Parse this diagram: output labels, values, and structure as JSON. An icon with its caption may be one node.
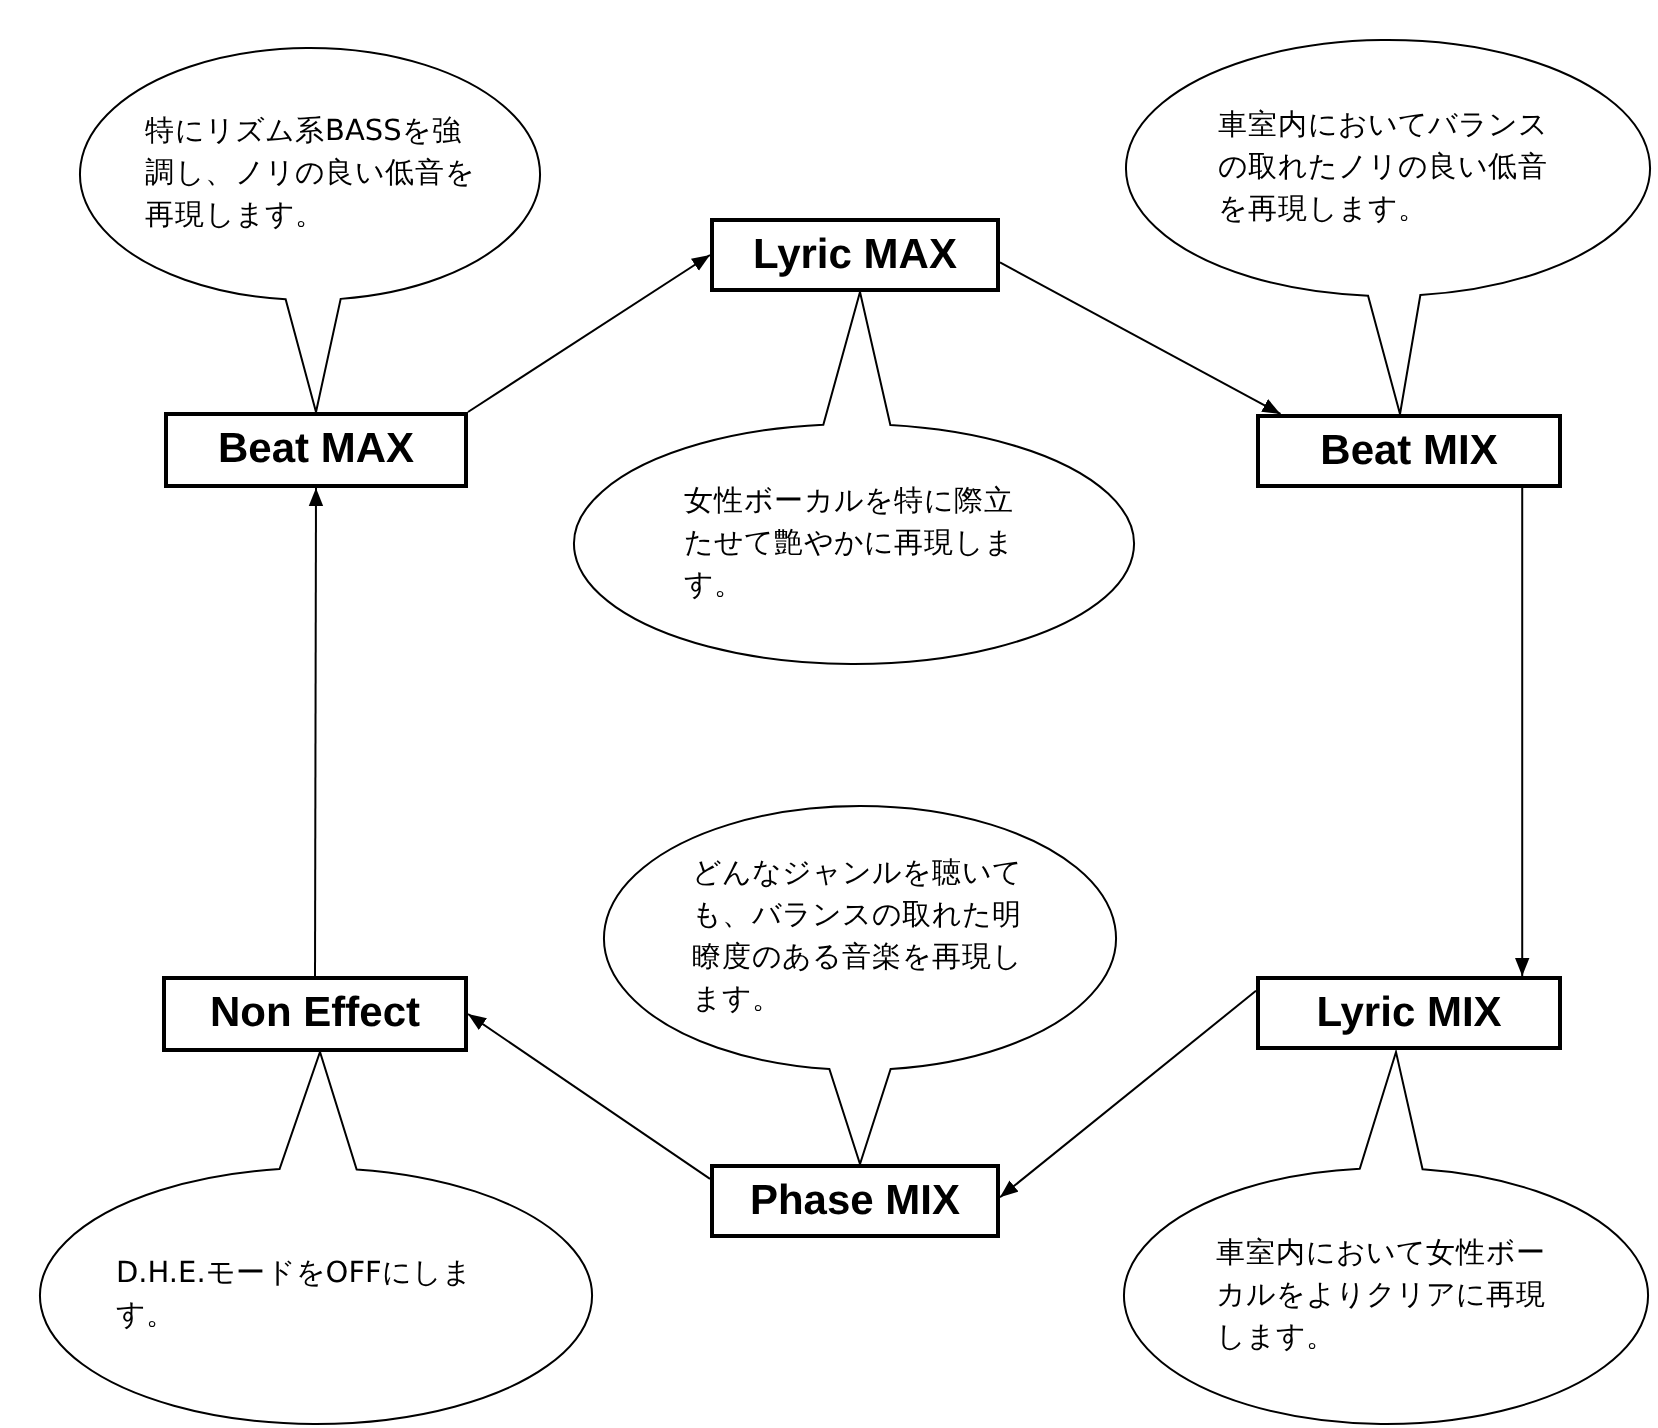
{
  "diagram": {
    "nodes": [
      {
        "text": [
          "特にリズム系BASSを強調し、ノリの良い低音を再現します。"
        ]
      },
      {
        "text": [
          "車室内においてバランスの取れたノリの良い低音を再現します。"
        ]
      },
      {
        "text": [
          "Lyric MAX"
        ]
      },
      {
        "text": [
          "Beat MAX"
        ]
      },
      {
        "text": [
          "Beat MIX"
        ]
      },
      {
        "text": [
          "女性ボーカルを特に際立たせて艶やかに再現します。"
        ]
      },
      {
        "text": [
          "どんなジャンルを聴いても、バランスの取れた明瞭度のある音楽を再現します。"
        ]
      },
      {
        "text": [
          "Non Effect"
        ]
      },
      {
        "text": [
          "Lyric MIX"
        ]
      },
      {
        "text": [
          "Phase MIX"
        ]
      },
      {
        "text": [
          "D.H.E.モードをOFFにします。"
        ]
      },
      {
        "text": [
          "車室内において女性ボーカルをよりクリアに再現します。"
        ]
      }
    ],
    "edges": [
      {
        "from": 3,
        "to": 2,
        "arrow": "to"
      },
      {
        "from": 2,
        "to": 4,
        "arrow": "to"
      },
      {
        "from": 4,
        "to": 8,
        "arrow": "to"
      },
      {
        "from": 8,
        "to": 9,
        "arrow": "to"
      },
      {
        "from": 9,
        "to": 7,
        "arrow": "to"
      },
      {
        "from": 7,
        "to": 3,
        "arrow": "to"
      }
    ]
  }
}
